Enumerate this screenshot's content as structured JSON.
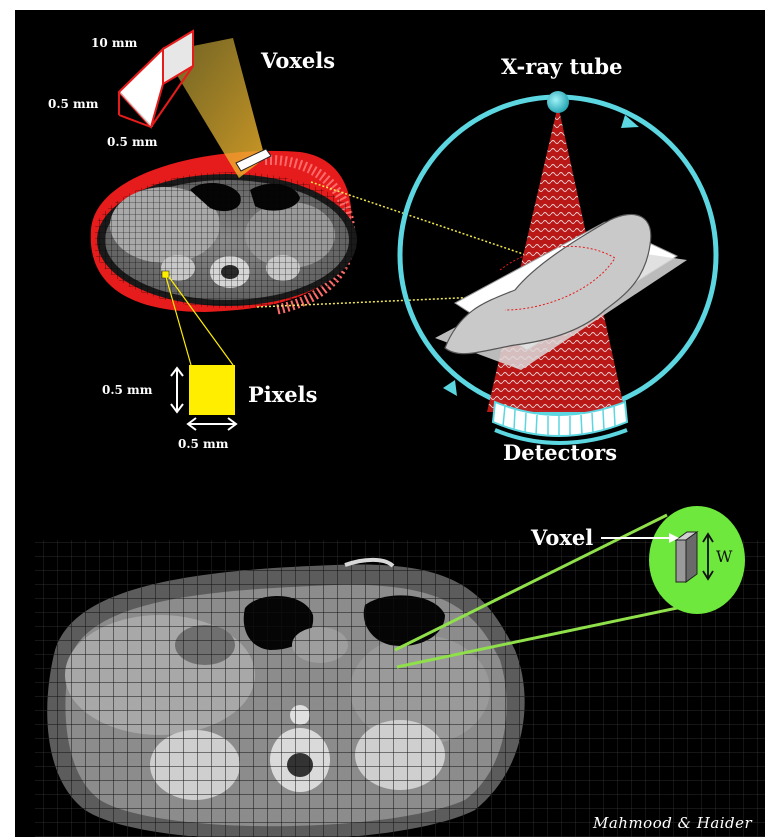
{
  "labels": {
    "voxels_title": "Voxels",
    "voxel_height": "10 mm",
    "voxel_width": "0.5 mm",
    "voxel_depth": "0.5 mm",
    "xray_tube": "X-ray tube",
    "pixels_title": "Pixels",
    "pixel_height": "0.5 mm",
    "pixel_width": "0.5 mm",
    "detectors": "Detectors",
    "voxel_single": "Voxel",
    "w_label": "W",
    "signature": "Mahmood & Haider"
  },
  "colors": {
    "background": "#000000",
    "gantry_ring": "#5cd6e0",
    "body_outline": "#e61b1b",
    "pixel": "#ffee00",
    "zoom_lines": "#8fe04a",
    "zoom_circle": "#6ee83c",
    "leader_lines": "#f2e94e"
  }
}
